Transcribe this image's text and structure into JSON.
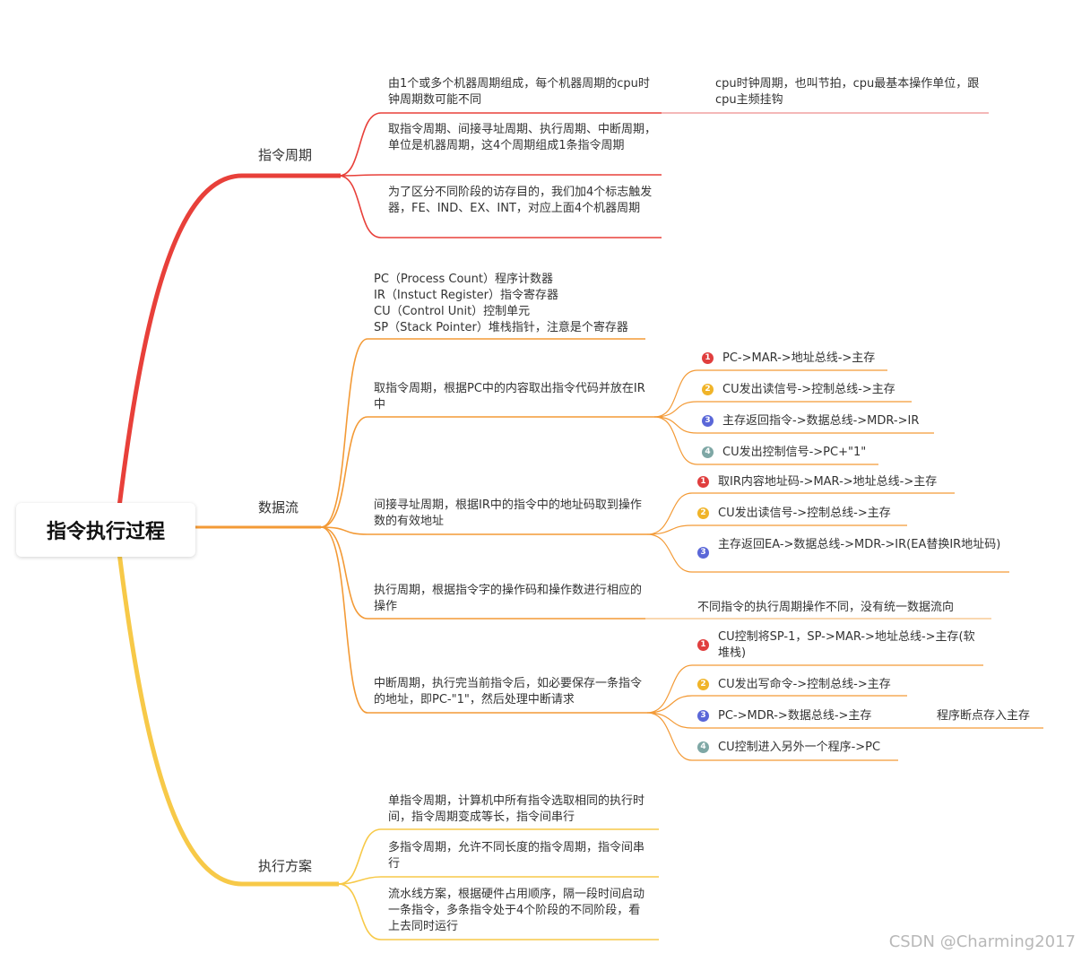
{
  "root": "指令执行过程",
  "colors": {
    "red": "#e8403a",
    "orange": "#f39a36",
    "yellow": "#f7c948",
    "badge1": "#e03e3e",
    "badge2": "#f0b429",
    "badge3": "#5a67d8",
    "badge4": "#7ea7a5"
  },
  "branches": {
    "cycle": {
      "label": "指令周期",
      "items": [
        "由1个或多个机器周期组成，每个机器周期的cpu时钟周期数可能不同",
        "取指令周期、间接寻址周期、执行周期、中断周期，单位是机器周期，这4个周期组成1条指令周期",
        "为了区分不同阶段的访存目的，我们加4个标志触发器，FE、IND、EX、INT，对应上面4个机器周期"
      ],
      "note": "cpu时钟周期，也叫节拍，cpu最基本操作单位，跟cpu主频挂钩"
    },
    "flow": {
      "label": "数据流",
      "registers": [
        "PC（Process Count）程序计数器",
        "IR（Instuct Register）指令寄存器",
        "CU（Control Unit）控制单元",
        "SP（Stack Pointer）堆栈指针，注意是个寄存器"
      ],
      "fetch": {
        "label": "取指令周期，根据PC中的内容取出指令代码并放在IR中",
        "steps": [
          "PC->MAR->地址总线->主存",
          "CU发出读信号->控制总线->主存",
          "主存返回指令->数据总线->MDR->IR",
          "CU发出控制信号->PC+\"1\""
        ]
      },
      "indirect": {
        "label": "间接寻址周期，根据IR中的指令中的地址码取到操作数的有效地址",
        "steps": [
          "取IR内容地址码->MAR->地址总线->主存",
          "CU发出读信号->控制总线->主存",
          "主存返回EA->数据总线->MDR->IR(EA替换IR地址码)"
        ]
      },
      "execute": {
        "label": "执行周期，根据指令字的操作码和操作数进行相应的操作",
        "note": "不同指令的执行周期操作不同，没有统一数据流向"
      },
      "interrupt": {
        "label": "中断周期，执行完当前指令后，如必要保存一条指令的地址，即PC-\"1\"，然后处理中断请求",
        "steps": [
          "CU控制将SP-1，SP->MAR->地址总线->主存(软堆栈)",
          "CU发出写命令->控制总线->主存",
          "PC->MDR->数据总线->主存",
          "CU控制进入另外一个程序->PC"
        ],
        "note": "程序断点存入主存"
      }
    },
    "plan": {
      "label": "执行方案",
      "items": [
        "单指令周期，计算机中所有指令选取相同的执行时间，指令周期变成等长，指令间串行",
        "多指令周期，允许不同长度的指令周期，指令间串行",
        "流水线方案，根据硬件占用顺序，隔一段时间启动一条指令，多条指令处于4个阶段的不同阶段，看上去同时运行"
      ]
    }
  },
  "watermark": "CSDN @Charming2017"
}
